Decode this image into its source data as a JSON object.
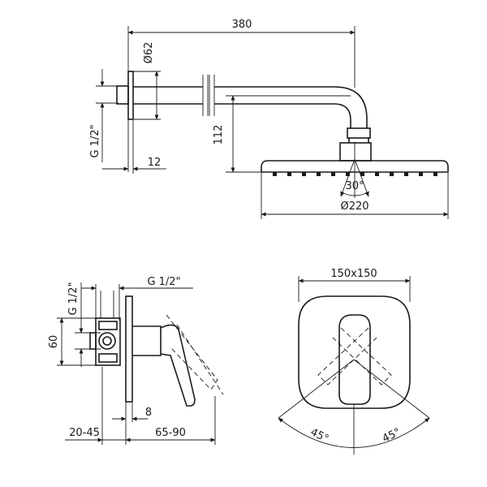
{
  "shower_head": {
    "arm_length": "380",
    "flange_diameter": "Ø62",
    "thread": "G 1/2\"",
    "wall_depth": "12",
    "drop_height": "112",
    "spray_angle": "30°",
    "head_diameter": "Ø220"
  },
  "mixer_side": {
    "thread_top": "G 1/2\"",
    "thread_side": "G 1/2\"",
    "body_height": "60",
    "plate_gap": "8",
    "install_depth": "20-45",
    "projection": "65-90"
  },
  "mixer_front": {
    "plate_size": "150x150",
    "rotation_left": "45°",
    "rotation_right": "45°"
  }
}
